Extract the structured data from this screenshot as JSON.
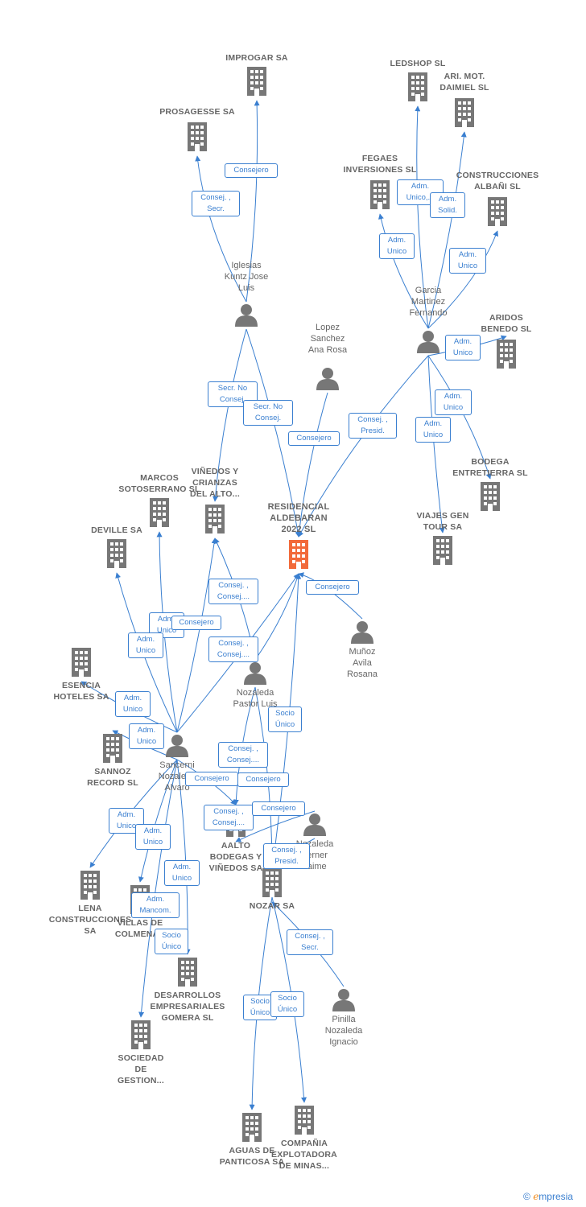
{
  "colors": {
    "edge": "#3a7fd0",
    "node": "#777777",
    "main": "#f26a3a"
  },
  "companies": [
    {
      "id": "improgar",
      "label": "IMPROGAR SA"
    },
    {
      "id": "prosagesse",
      "label": "PROSAGESSE SA"
    },
    {
      "id": "ledshop",
      "label": "LEDSHOP SL"
    },
    {
      "id": "ari",
      "label": "ARI.  MOT.\nDAIMIEL SL"
    },
    {
      "id": "fegaes",
      "label": "FEGAES\nINVERSIONES SL"
    },
    {
      "id": "construcciones",
      "label": "CONSTRUCCIONES\nALBAÑI SL"
    },
    {
      "id": "aridos",
      "label": "ARIDOS\nBENEDO  SL"
    },
    {
      "id": "residencial",
      "label": "RESIDENCIAL\nALDEBARAN\n2022  SL"
    },
    {
      "id": "marcos",
      "label": "MARCOS\nSOTOSERRANO SL"
    },
    {
      "id": "vinedos",
      "label": "VIÑEDOS Y\nCRIANZAS\nDEL ALTO..."
    },
    {
      "id": "deville",
      "label": "DEVILLE SA"
    },
    {
      "id": "bodega",
      "label": "BODEGA\nENTRETIERRA SL"
    },
    {
      "id": "viajes",
      "label": "VIAJES GEN\nTOUR SA"
    },
    {
      "id": "esencia",
      "label": "ESENCIA\nHOTELES SA"
    },
    {
      "id": "sannoz",
      "label": "SANNOZ\nRECORD SL"
    },
    {
      "id": "aalto",
      "label": "AALTO\nBODEGAS Y\nVIÑEDOS SA"
    },
    {
      "id": "lena",
      "label": "LENA\nCONSTRUCCIONES SA"
    },
    {
      "id": "villas",
      "label": "VILLAS DE\nCOLMENAR"
    },
    {
      "id": "nozar",
      "label": "NOZAR SA"
    },
    {
      "id": "desarrollos",
      "label": "DESARROLLOS\nEMPRESARIALES\nGOMERA SL"
    },
    {
      "id": "sociedad",
      "label": "SOCIEDAD\nDE\nGESTION..."
    },
    {
      "id": "aguas",
      "label": "AGUAS DE\nPANTICOSA SA"
    },
    {
      "id": "compania",
      "label": "COMPAÑIA\nEXPLOTADORA\nDE MINAS..."
    }
  ],
  "persons": [
    {
      "id": "iglesias",
      "label": "Iglesias\nKuntz Jose\nLuis"
    },
    {
      "id": "garcia",
      "label": "Garcia\nMartinez\nFernando"
    },
    {
      "id": "lopez",
      "label": "Lopez\nSanchez\nAna Rosa"
    },
    {
      "id": "munoz",
      "label": "Muñoz\nAvila\nRosana"
    },
    {
      "id": "nozaleda_luis",
      "label": "Nozaleda\nPastor Luis"
    },
    {
      "id": "sancerni",
      "label": "Sancerni\nNozaleda\nAlvaro"
    },
    {
      "id": "nozaleda_jaime",
      "label": "Nozaleda\nLerner\nJaime"
    },
    {
      "id": "pinilla",
      "label": "Pinilla\nNozaleda\nIgnacio"
    }
  ],
  "edge_labels": [
    {
      "id": "e1",
      "label": "Consejero"
    },
    {
      "id": "e2",
      "label": "Consej. ,\nSecr."
    },
    {
      "id": "e3",
      "label": "Adm.\nUnico,..."
    },
    {
      "id": "e4",
      "label": "Adm.\nSolid."
    },
    {
      "id": "e5",
      "label": "Adm.\nUnico"
    },
    {
      "id": "e6",
      "label": "Adm.\nUnico"
    },
    {
      "id": "e7",
      "label": "Adm.\nUnico"
    },
    {
      "id": "e8",
      "label": "Secr.  No\nConsej."
    },
    {
      "id": "e9",
      "label": "Secr.  No\nConsej."
    },
    {
      "id": "e10",
      "label": "Consejero"
    },
    {
      "id": "e11",
      "label": "Consej. ,\nPresid."
    },
    {
      "id": "e12",
      "label": "Adm.\nUnico"
    },
    {
      "id": "e13",
      "label": "Adm.\nUnico"
    },
    {
      "id": "e14",
      "label": "Consejero"
    },
    {
      "id": "e15",
      "label": "Consej. ,\nConsej...."
    },
    {
      "id": "e16",
      "label": "Adm.\nUnico"
    },
    {
      "id": "e17",
      "label": "Consejero"
    },
    {
      "id": "e18",
      "label": "Adm.\nUnico"
    },
    {
      "id": "e19",
      "label": "Consej. ,\nConsej...."
    },
    {
      "id": "e20",
      "label": "Adm.\nUnico"
    },
    {
      "id": "e21",
      "label": "Adm.\nUnico"
    },
    {
      "id": "e22",
      "label": "Socio\nÚnico"
    },
    {
      "id": "e23",
      "label": "Consej. ,\nConsej...."
    },
    {
      "id": "e24",
      "label": "Consejero"
    },
    {
      "id": "e25",
      "label": "Consejero"
    },
    {
      "id": "e26",
      "label": "Adm.\nUnico"
    },
    {
      "id": "e27",
      "label": "Consej. ,\nConsej...."
    },
    {
      "id": "e28",
      "label": "Consejero"
    },
    {
      "id": "e29",
      "label": "Adm.\nUnico"
    },
    {
      "id": "e30",
      "label": "Consej. ,\nPresid."
    },
    {
      "id": "e31",
      "label": "Adm.\nUnico"
    },
    {
      "id": "e32",
      "label": "Adm.\nMancom."
    },
    {
      "id": "e33",
      "label": "Consej. ,\nSecr."
    },
    {
      "id": "e34",
      "label": "Socio\nÚnico"
    },
    {
      "id": "e35",
      "label": "Socio\nÚnico"
    },
    {
      "id": "e36",
      "label": "Socio\nÚnico"
    }
  ],
  "footer": {
    "copyright": "©",
    "brand_e": "e",
    "brand_rest": "mpresia"
  }
}
